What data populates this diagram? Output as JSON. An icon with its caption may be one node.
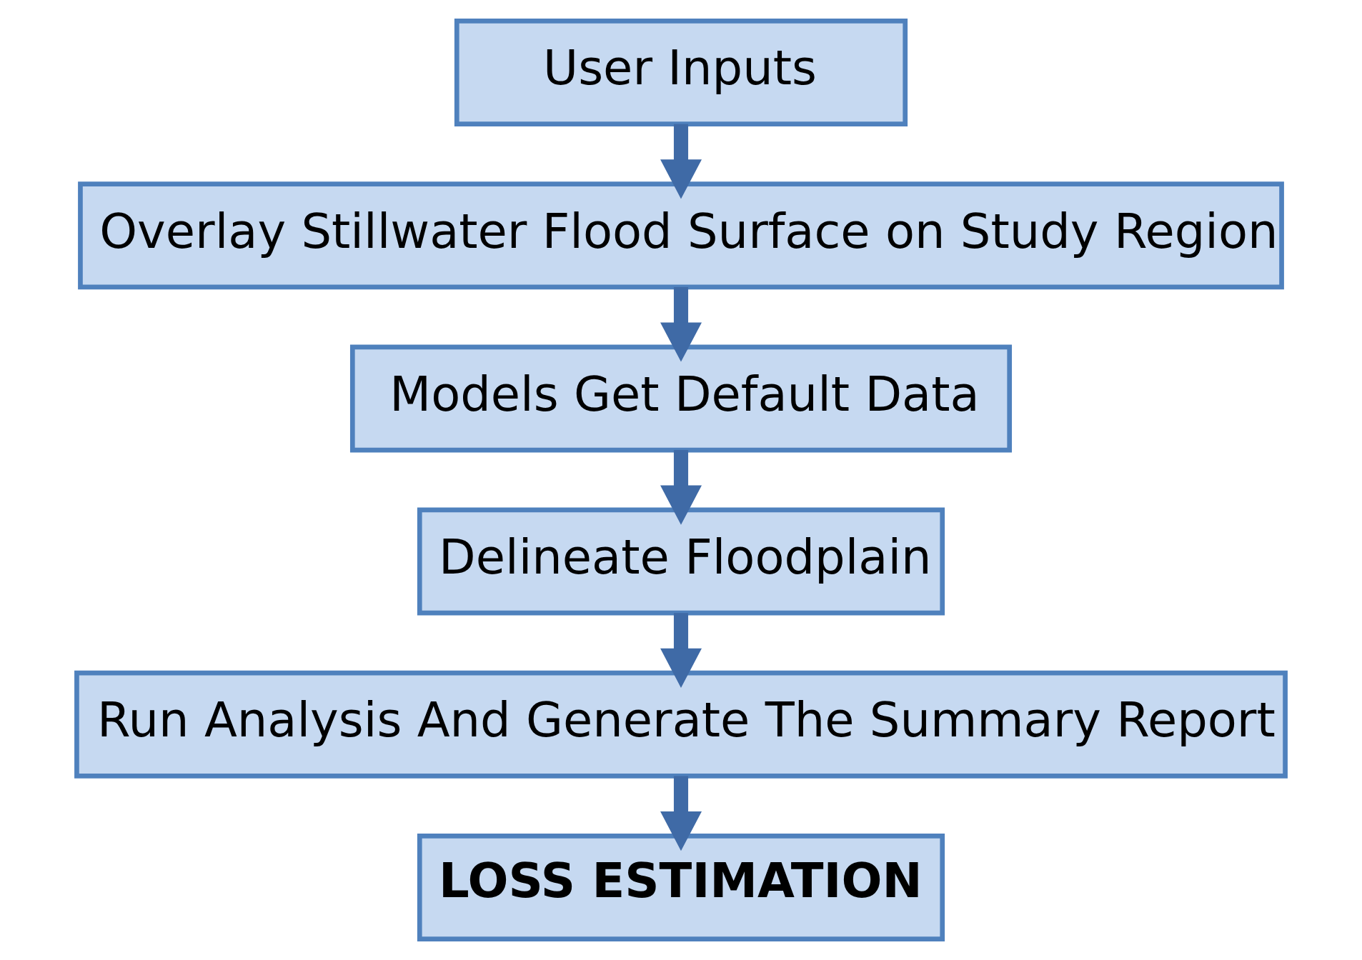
{
  "diagram": {
    "nodes": [
      {
        "text": [
          "User Inputs"
        ]
      },
      {
        "text": [
          "Overlay Stillwater Flood Surface on Study Region"
        ]
      },
      {
        "text": [
          "Models Get Default Data"
        ]
      },
      {
        "text": [
          "Delineate Floodplain"
        ]
      },
      {
        "text": [
          "Run Analysis And Generate The Summary Report"
        ]
      },
      {
        "text": [
          "LOSS ESTIMATION"
        ]
      }
    ],
    "edges": [
      {
        "from": 0,
        "to": 1,
        "arrow": "to"
      },
      {
        "from": 1,
        "to": 2,
        "arrow": "to"
      },
      {
        "from": 2,
        "to": 3,
        "arrow": "to"
      },
      {
        "from": 3,
        "to": 4,
        "arrow": "to"
      },
      {
        "from": 4,
        "to": 5,
        "arrow": "to"
      }
    ]
  }
}
